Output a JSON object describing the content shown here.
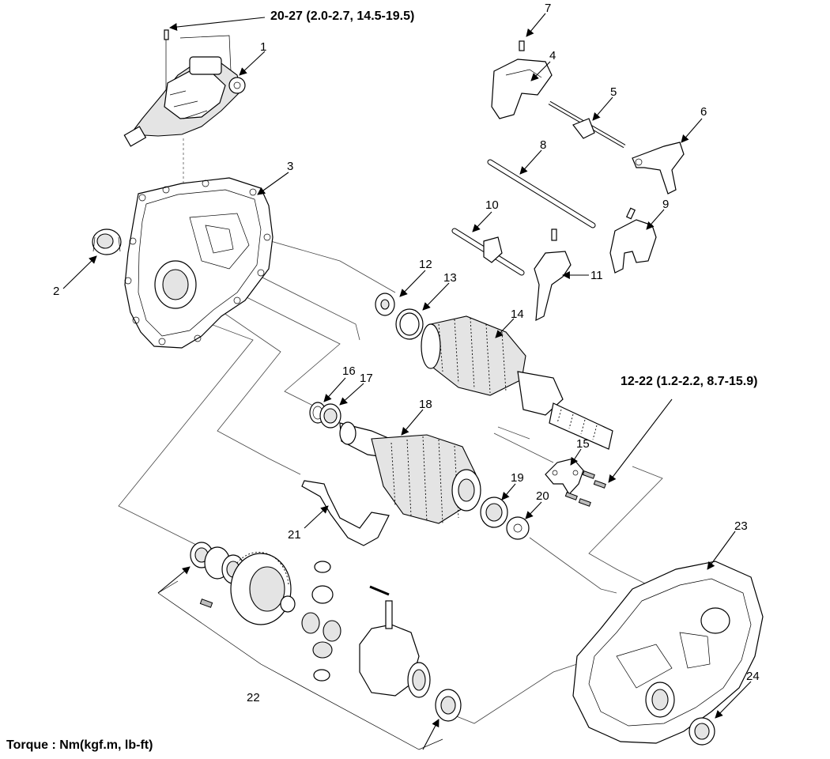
{
  "torque_specs": {
    "top_bolt": "20-27 (2.0-2.7, 14.5-19.5)",
    "right_bolt": "12-22 (1.2-2.2, 8.7-15.9)"
  },
  "footer": "Torque : Nm(kgf.m, lb-ft)",
  "part_labels": {
    "p1": "1",
    "p2": "2",
    "p3": "3",
    "p4": "4",
    "p5": "5",
    "p6": "6",
    "p7": "7",
    "p8": "8",
    "p9": "9",
    "p10": "10",
    "p11": "11",
    "p12": "12",
    "p13": "13",
    "p14": "14",
    "p15": "15",
    "p16": "16",
    "p17": "17",
    "p18": "18",
    "p19": "19",
    "p20": "20",
    "p21": "21",
    "p22": "22",
    "p23": "23",
    "p24": "24"
  }
}
